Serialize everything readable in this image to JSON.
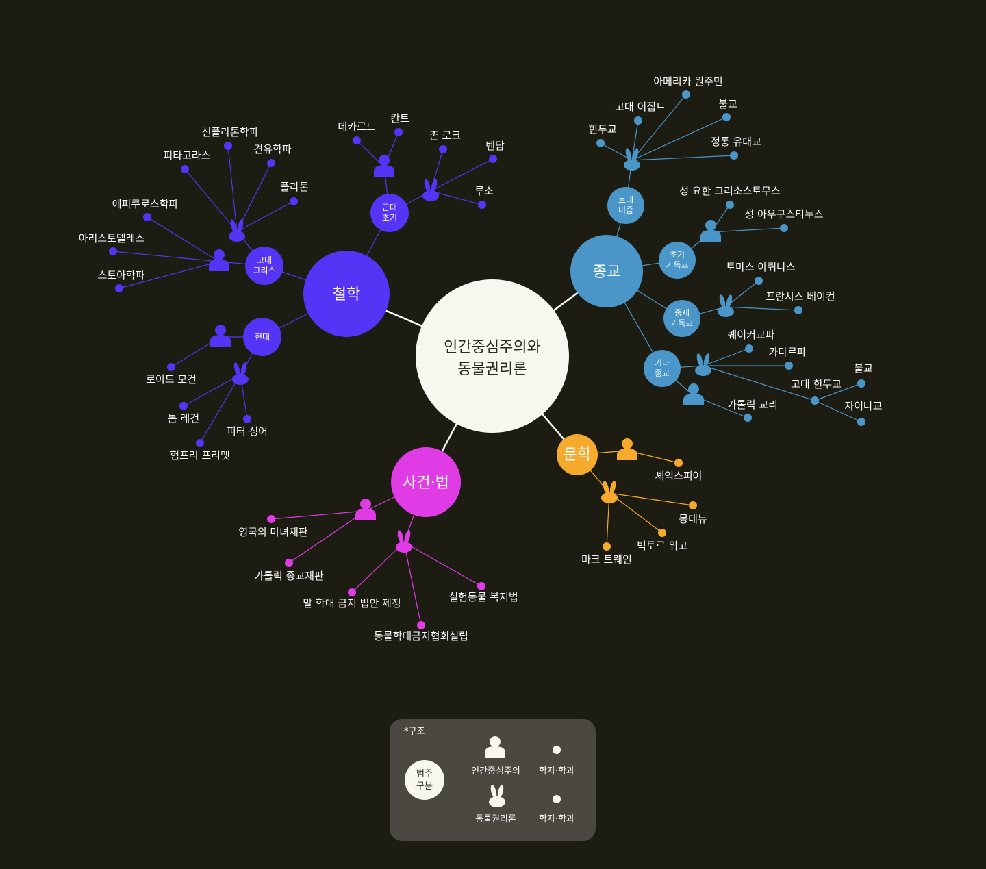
{
  "center": {
    "line1": "인간중심주의와",
    "line2": "동물권리론"
  },
  "colors": {
    "philosophy": "#5534f5",
    "religion": "#4b96c8",
    "literature": "#f5aa2d",
    "law": "#e03ce6",
    "center": "#f7f6ef",
    "background": "#1d1c12",
    "legend_bg": "#4a4840"
  },
  "icons": {
    "anthropocentrism": "person-icon",
    "animal_rights": "rabbit-icon"
  },
  "philosophy": {
    "label": "철학",
    "ancient": {
      "line1": "고대",
      "line2": "그리스"
    },
    "early_modern": {
      "line1": "근대",
      "line2": "초기"
    },
    "modern": {
      "line1": "현대"
    },
    "ancient_animal": [
      "피타고라스",
      "신플라톤학파",
      "견유학파",
      "플라톤"
    ],
    "ancient_human": [
      "에피쿠로스학파",
      "아리스토텔레스",
      "스토아학파"
    ],
    "early_human": [
      "데카르트",
      "칸트"
    ],
    "early_animal": [
      "존 로크",
      "벤담",
      "루소"
    ],
    "modern_human": [
      "로이드 모건"
    ],
    "modern_animal": [
      "톰 레건",
      "피터 싱어",
      "험프리 프리맷"
    ]
  },
  "religion": {
    "label": "종교",
    "totemism": {
      "line1": "토테",
      "line2": "미즘"
    },
    "early_christ": {
      "line1": "초기",
      "line2": "기독교"
    },
    "medieval_christ": {
      "line1": "중세",
      "line2": "기독교"
    },
    "other": {
      "line1": "기타",
      "line2": "종교"
    },
    "totem_animal": [
      "힌두교",
      "고대 이집트",
      "아메리카 원주민",
      "불교",
      "정통 유대교"
    ],
    "early_human": [
      "성 요한 크리소스토무스",
      "성 아우구스티누스"
    ],
    "medieval_animal": [
      "토마스 아퀴나스",
      "프란시스 베이컨"
    ],
    "other_animal": [
      "퀘이커교파",
      "카타르파"
    ],
    "hindu": "고대 힌두교",
    "hindu_children": [
      "불교",
      "자이나교"
    ],
    "other_human": [
      "가톨릭 교리"
    ]
  },
  "literature": {
    "label": "문학",
    "human": [
      "셰익스피어"
    ],
    "animal": [
      "몽테뉴",
      "빅토르 위고",
      "마크 트웨인"
    ]
  },
  "law": {
    "label": "사건·법",
    "human": [
      "영국의 마녀재판",
      "가톨릭 종교재판"
    ],
    "animal": [
      "말 학대 금지 법안 제정",
      "실험동물 복지법",
      "동물학대금지협회설립"
    ]
  },
  "legend": {
    "title": "*구조",
    "root": {
      "line1": "범주",
      "line2": "구분"
    },
    "human_label": "인간중심주의",
    "animal_label": "동물권리론",
    "leaf_label_1": "학자·학과",
    "leaf_label_2": "학자·학과"
  }
}
